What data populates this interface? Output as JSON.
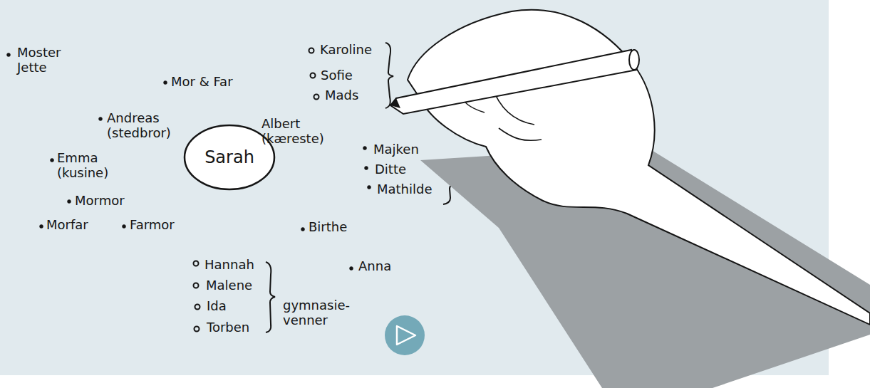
{
  "diagram": {
    "nodes": [
      {
        "text": [
          "Sarah"
        ]
      }
    ],
    "edges": [],
    "labels": [
      "Moster Jette",
      "Mor & Far",
      "Andreas (stedbror)",
      "Albert (kæreste)",
      "Emma (kusine)",
      "Mormor",
      "Morfar",
      "Farmor",
      "Karoline",
      "Sofie",
      "Mads",
      "Majken",
      "Ditte",
      "Mathilde",
      "Birthe",
      "Anna",
      "Hannah",
      "Malene",
      "Ida",
      "Torben",
      "gymnasie- venner"
    ]
  }
}
